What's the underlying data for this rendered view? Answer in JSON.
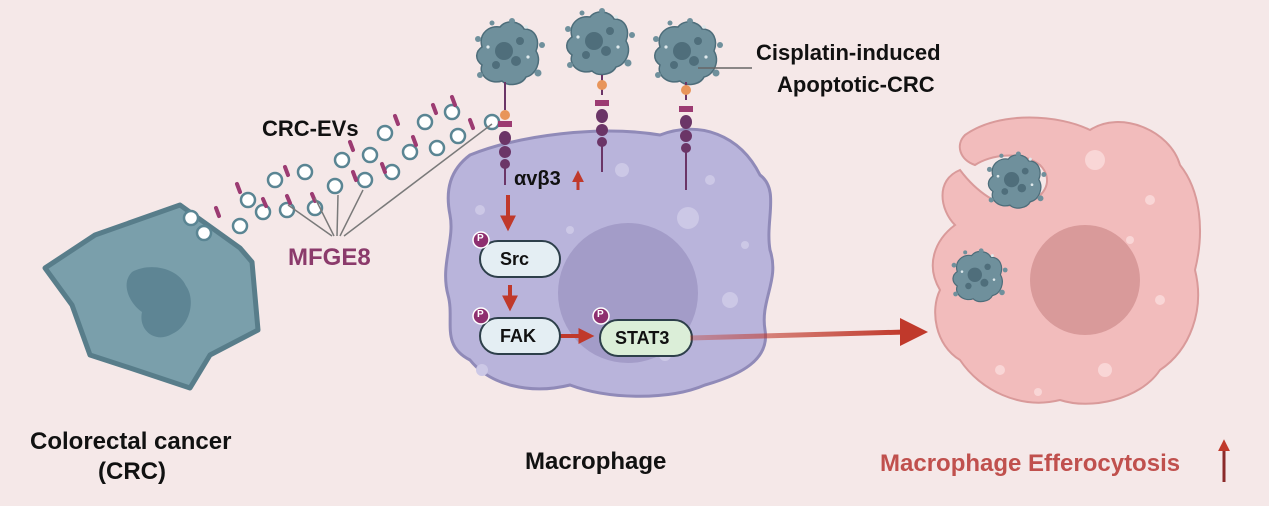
{
  "labels": {
    "crc_evs": "CRC-EVs",
    "mfge8": "MFGE8",
    "colorectal_line1": "Colorectal cancer",
    "colorectal_line2": "(CRC)",
    "apoptotic_line1": "Cisplatin-induced",
    "apoptotic_line2": "Apoptotic-CRC",
    "integrin": "αvβ3",
    "macrophage": "Macrophage",
    "efferocytosis": "Macrophage Efferocytosis"
  },
  "signaling": {
    "src": "Src",
    "fak": "FAK",
    "stat3": "STAT3",
    "phospho": "P"
  },
  "colors": {
    "background": "#f5e8e8",
    "crc_cell": "#7a9fab",
    "crc_nucleus": "#5e8594",
    "macrophage": "#b9b4db",
    "macrophage_nucleus": "#a39cc8",
    "efferocyte": "#f2bcbc",
    "arrow_red": "#c0392b",
    "mfge8_text": "#8b3a6b",
    "efferocytosis_text": "#c0504d",
    "receptor": "#6b3567",
    "phospho_badge": "#8e2f6f"
  },
  "icons": [
    "up-arrow-icon",
    "phospho-icon",
    "apoptotic-cell-icon",
    "vesicle-icon"
  ]
}
